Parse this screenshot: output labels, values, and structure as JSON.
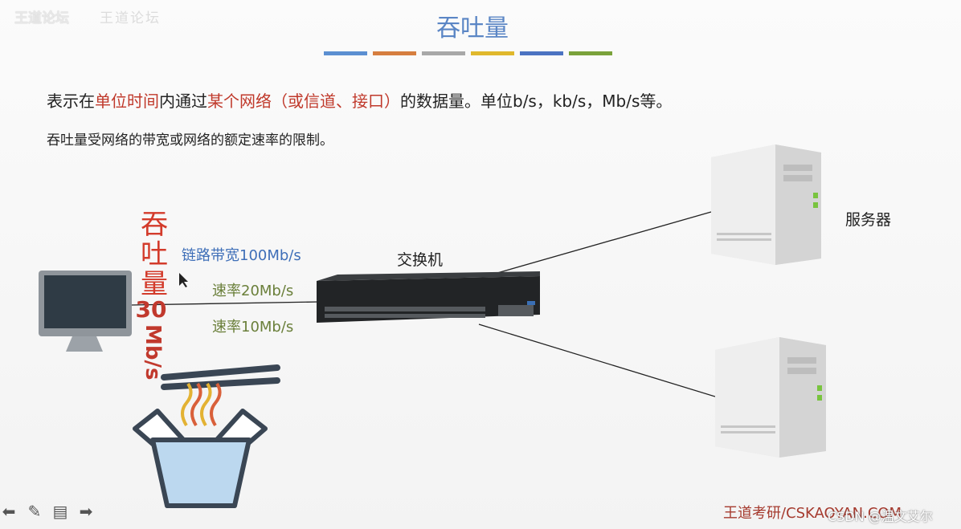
{
  "slide": {
    "logo": "王道论坛",
    "logo_faded": "王道论坛",
    "title": "吞吐量",
    "color_bars": [
      "#5b8fd1",
      "#d67e3f",
      "#a8a8a8",
      "#e0b82c",
      "#4b73c2",
      "#7aa23a"
    ],
    "line1": {
      "p1": "表示在",
      "h1": "单位时间",
      "p2": "内通过",
      "h2": "某个网络（或信道、接口）",
      "p3": "的数据量。单位b/s，kb/s，Mb/s等。"
    },
    "line2": "吞吐量受网络的带宽或网络的额定速率的限制。",
    "throughput_vertical": [
      "吞",
      "吐",
      "量"
    ],
    "throughput_value": "30",
    "throughput_unit": "Mb/s",
    "link_bandwidth": "链路带宽100Mb/s",
    "rate1": "速率20Mb/s",
    "rate2": "速率10Mb/s",
    "switch_label": "交换机",
    "server_label": "服务器",
    "footer": "王道考研/CSKAOYAN.COM",
    "watermark": "CSDN @温文艾尔"
  },
  "toolbar": {
    "back_icon": "arrow-left-icon",
    "pen_icon": "pen-icon",
    "menu_icon": "slides-menu-icon",
    "next_icon": "arrow-right-icon"
  }
}
